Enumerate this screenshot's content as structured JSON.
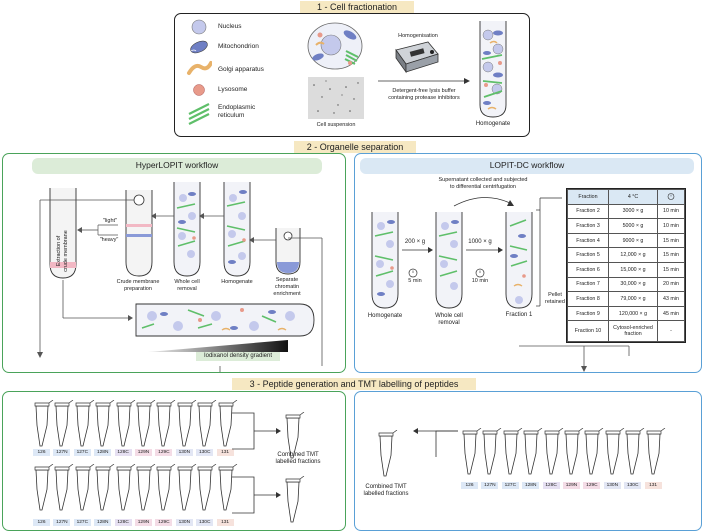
{
  "sections": {
    "s1": "1 - Cell fractionation",
    "s2": "2 - Organelle separation",
    "s3": "3 - Peptide generation and TMT labelling of peptides"
  },
  "legend": [
    {
      "label": "Nucleus",
      "color": "#b9bfe6"
    },
    {
      "label": "Mitochondrion",
      "color": "#6f7fc4"
    },
    {
      "label": "Golgi apparatus",
      "color": "#e8b26a"
    },
    {
      "label": "Lysosome",
      "color": "#e89a8a"
    },
    {
      "label": "Endoplasmic reticulum",
      "color": "#5fbf6a"
    }
  ],
  "fractionation": {
    "homogenisation": "Homogenisation",
    "buffer_line1": "Detergent-free lysis buffer",
    "buffer_line2": "containing protease inhibitors",
    "cell_suspension": "Cell suspension",
    "homogenate": "Homogenate"
  },
  "hyperlopit": {
    "title": "HyperLOPIT workflow",
    "light": "\"light\"",
    "heavy": "\"heavy\"",
    "crude_line1": "Crude membrane",
    "crude_line2": "preparation",
    "whole_line1": "Whole cell",
    "whole_line2": "removal",
    "homogenate": "Homogenate",
    "chrom_line1": "Separate",
    "chrom_line2": "chromatin",
    "chrom_line3": "enrichment",
    "extraction_line1": "Extraction of",
    "extraction_line2": "crude membrane",
    "gradient": "Iodixanol density gradient"
  },
  "lopitdc": {
    "title": "LOPIT-DC workflow",
    "supernatant_line1": "Supernatant collected and subjected",
    "supernatant_line2": "to differential centrifugation",
    "g200": "200 × g",
    "g1000": "1000 × g",
    "t5": "5 min",
    "t10": "10 min",
    "homogenate": "Homogenate",
    "whole_line1": "Whole cell",
    "whole_line2": "removal",
    "fraction1": "Fraction 1",
    "pellet_line1": "Pellet",
    "pellet_line2": "retained",
    "table_headers": [
      "Fraction",
      "4 °C",
      ""
    ],
    "table_rows": [
      [
        "Fraction 2",
        "3000 × g",
        "10 min"
      ],
      [
        "Fraction 3",
        "5000 × g",
        "10 min"
      ],
      [
        "Fraction 4",
        "9000 × g",
        "15 min"
      ],
      [
        "Fraction 5",
        "12,000 × g",
        "15 min"
      ],
      [
        "Fraction 6",
        "15,000 × g",
        "15 min"
      ],
      [
        "Fraction 7",
        "30,000 × g",
        "20 min"
      ],
      [
        "Fraction 8",
        "79,000 × g",
        "43 min"
      ],
      [
        "Fraction 9",
        "120,000 × g",
        "45 min"
      ],
      [
        "Fraction 10",
        "Cytosol-enriched fraction",
        "-"
      ]
    ]
  },
  "tmt": {
    "labels": [
      "126",
      "127N",
      "127C",
      "128N",
      "128C",
      "129N",
      "129C",
      "130N",
      "130C",
      "131"
    ],
    "colors": [
      "#dde8f6",
      "#dde8f6",
      "#dde8f6",
      "#dde8f6",
      "#e6e0f2",
      "#f4dce6",
      "#f4dce6",
      "#e2e6f4",
      "#e2e6f4",
      "#f6e2dc"
    ],
    "combined_line1": "Combined TMT",
    "combined_line2": "labelled fractions"
  }
}
